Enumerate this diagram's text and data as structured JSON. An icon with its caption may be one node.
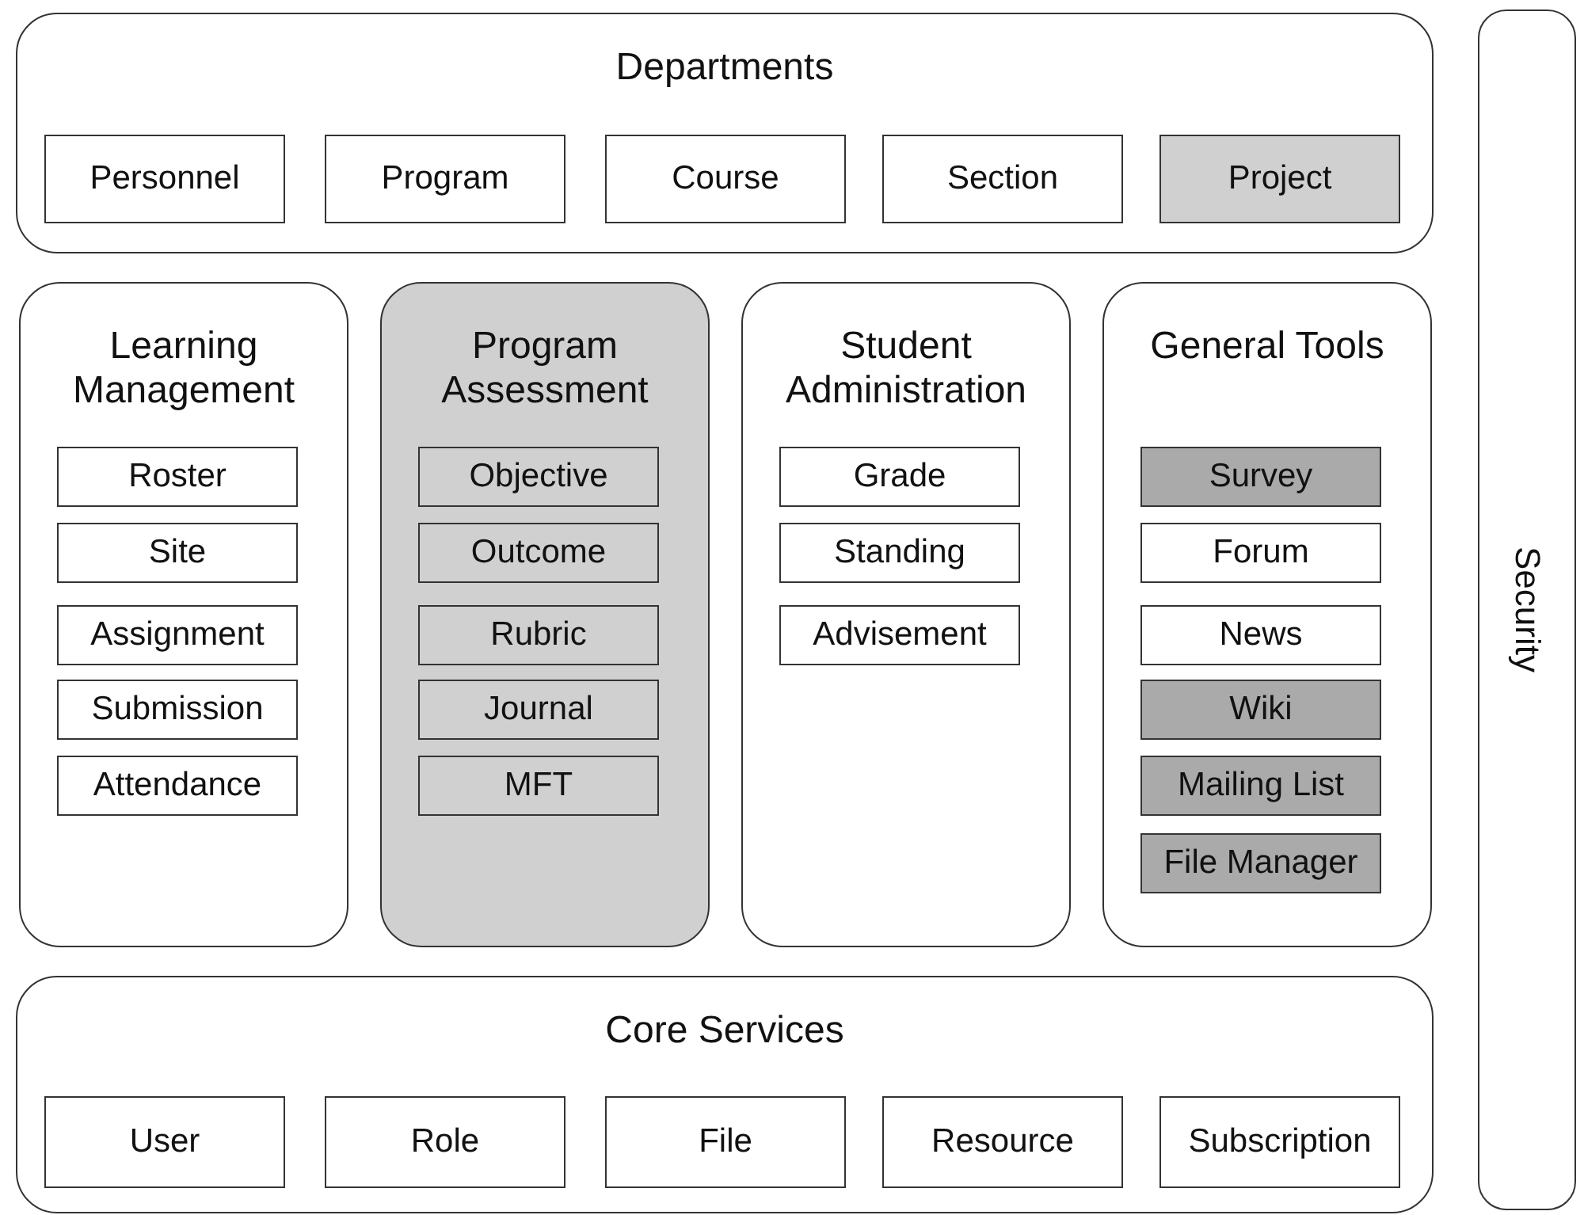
{
  "diagram": {
    "nodes": [
      {
        "text": [
          "Departments"
        ]
      },
      {
        "text": [
          "Personnel"
        ],
        "in": 0
      },
      {
        "text": [
          "Program"
        ],
        "in": 0
      },
      {
        "text": [
          "Course"
        ],
        "in": 0
      },
      {
        "text": [
          "Section"
        ],
        "in": 0
      },
      {
        "text": [
          "Project"
        ],
        "in": 0
      },
      {
        "text": [
          "Learning Management"
        ]
      },
      {
        "text": [
          "Roster"
        ],
        "in": 6
      },
      {
        "text": [
          "Site"
        ],
        "in": 6
      },
      {
        "text": [
          "Assignment"
        ],
        "in": 6
      },
      {
        "text": [
          "Submission"
        ],
        "in": 6
      },
      {
        "text": [
          "Attendance"
        ],
        "in": 6
      },
      {
        "text": [
          "Program Assessment"
        ]
      },
      {
        "text": [
          "Objective"
        ],
        "in": 12
      },
      {
        "text": [
          "Outcome"
        ],
        "in": 12
      },
      {
        "text": [
          "Rubric"
        ],
        "in": 12
      },
      {
        "text": [
          "Journal"
        ],
        "in": 12
      },
      {
        "text": [
          "MFT"
        ],
        "in": 12
      },
      {
        "text": [
          "Student Administration"
        ]
      },
      {
        "text": [
          "Grade"
        ],
        "in": 18
      },
      {
        "text": [
          "Standing"
        ],
        "in": 18
      },
      {
        "text": [
          "Advisement"
        ],
        "in": 18
      },
      {
        "text": [
          "General Tools"
        ]
      },
      {
        "text": [
          "Survey"
        ],
        "in": 22
      },
      {
        "text": [
          "Forum"
        ],
        "in": 22
      },
      {
        "text": [
          "News"
        ],
        "in": 22
      },
      {
        "text": [
          "Wiki"
        ],
        "in": 22
      },
      {
        "text": [
          "Mailing List"
        ],
        "in": 22
      },
      {
        "text": [
          "File Manager"
        ],
        "in": 22
      },
      {
        "text": [
          "Core Services"
        ]
      },
      {
        "text": [
          "User"
        ],
        "in": 29
      },
      {
        "text": [
          "Role"
        ],
        "in": 29
      },
      {
        "text": [
          "File"
        ],
        "in": 29
      },
      {
        "text": [
          "Resource"
        ],
        "in": 29
      },
      {
        "text": [
          "Subscription"
        ],
        "in": 29
      },
      {
        "text": [
          "Security"
        ]
      }
    ],
    "edges": []
  }
}
